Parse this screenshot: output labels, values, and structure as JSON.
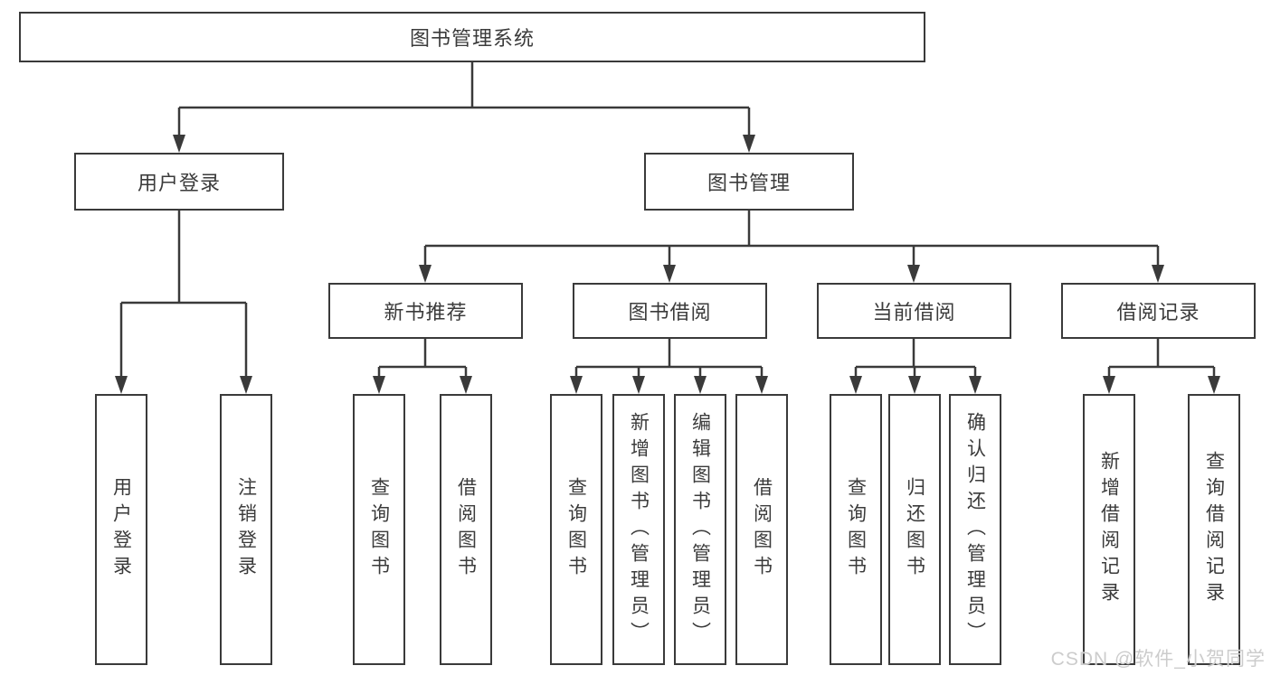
{
  "diagram": {
    "root": "图书管理系统",
    "level2": {
      "user_login": "用户登录",
      "book_mgmt": "图书管理"
    },
    "level3": {
      "new_book_rec": "新书推荐",
      "book_borrow": "图书借阅",
      "current_borrow": "当前借阅",
      "borrow_records": "借阅记录"
    },
    "leaves": {
      "user_login_leaf": "用户登录",
      "logout": "注销登录",
      "query_books_1": "查询图书",
      "borrow_books_1": "借阅图书",
      "query_books_2": "查询图书",
      "add_books_admin": "新增图书（管理员）",
      "edit_books_admin": "编辑图书（管理员）",
      "borrow_books_2": "借阅图书",
      "query_books_3": "查询图书",
      "return_books": "归还图书",
      "confirm_return_admin": "确认归还（管理员）",
      "add_borrow_record": "新增借阅记录",
      "query_borrow_record": "查询借阅记录"
    }
  },
  "watermark": "CSDN @软件_小贺同学",
  "colors": {
    "line": "#3a3a3a",
    "box_border": "#3a3a3a",
    "text": "#3b3b3b",
    "background": "#ffffff",
    "watermark": "#cccccc"
  }
}
